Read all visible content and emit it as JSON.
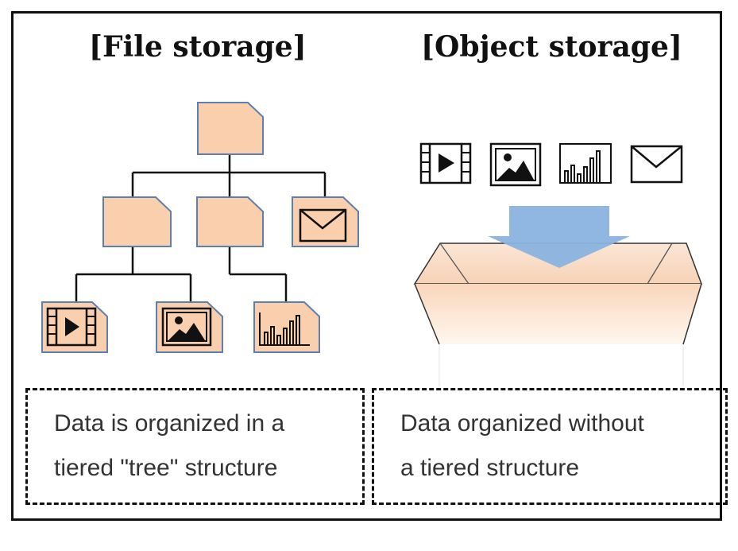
{
  "file_storage": {
    "title": "[File storage]",
    "description_lines": [
      "Data is organized in a",
      "tiered \"tree\" structure"
    ]
  },
  "object_storage": {
    "title": "[Object storage]",
    "description_lines": [
      "Data organized without",
      "a tiered structure"
    ]
  },
  "colors": {
    "folder_fill": "#F9CFAE",
    "folder_stroke": "#5B7FB0",
    "arrow_fill": "#8AB3E0",
    "bucket_top": "#FBE2D0",
    "bucket_bottom": "#FFF5EC",
    "border": "#111111"
  },
  "icons": [
    "folder-icon",
    "film-icon",
    "picture-icon",
    "bar-chart-icon",
    "envelope-icon",
    "down-arrow-icon",
    "storage-bucket-icon"
  ]
}
